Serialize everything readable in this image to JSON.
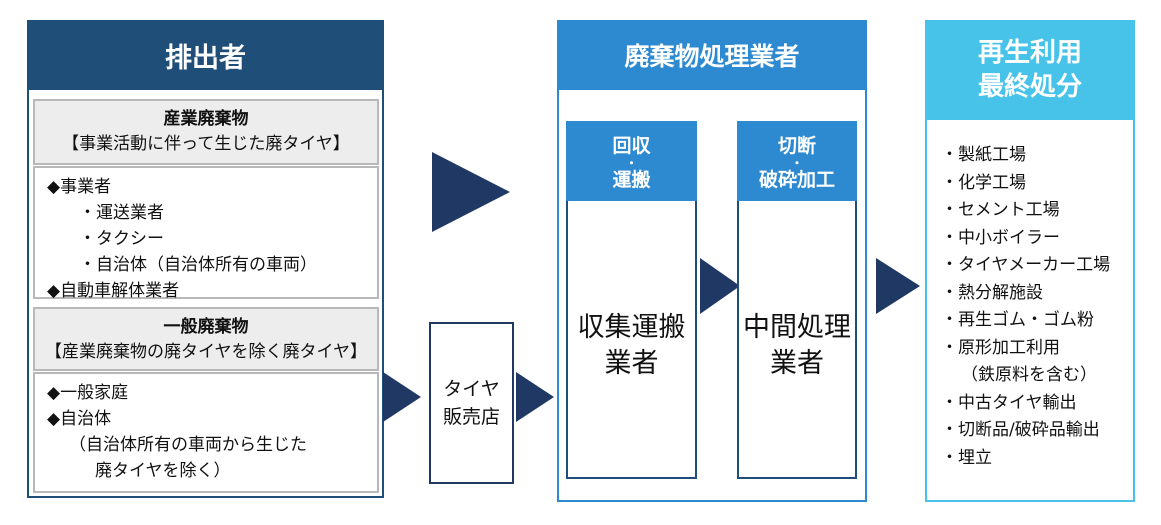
{
  "emitters": {
    "title": "排出者",
    "industrial": {
      "title": "産業廃棄物",
      "subtitle": "【事業活動に伴って生じた廃タイヤ】",
      "lines": [
        "◆事業者",
        "・運送業者",
        "・タクシー",
        "・自治体（自治体所有の車両）",
        "◆自動車解体業者"
      ]
    },
    "general": {
      "title": "一般廃棄物",
      "subtitle": "【産業廃棄物の廃タイヤを除く廃タイヤ】",
      "lines": [
        "◆一般家庭",
        "◆自治体",
        "（自治体所有の車両から生じた",
        "廃タイヤを除く）"
      ]
    }
  },
  "shop": {
    "line1": "タイヤ",
    "line2": "販売店"
  },
  "processors": {
    "title": "廃棄物処理業者",
    "collection": {
      "head1": "回収",
      "dot": "・",
      "head2": "運搬",
      "label1": "収集運搬",
      "label2": "業者"
    },
    "intermediate": {
      "head1": "切断",
      "dot": "・",
      "head2": "破砕加工",
      "label1": "中間処理",
      "label2": "業者"
    }
  },
  "recycling": {
    "title1": "再生利用",
    "title2": "最終処分",
    "items": [
      "・製紙工場",
      "・化学工場",
      "・セメント工場",
      "・中小ボイラー",
      "・タイヤメーカー工場",
      "・熱分解施設",
      "・再生ゴム・ゴム粉",
      "・原形加工利用",
      "（鉄原料を含む）",
      "・中古タイヤ輸出",
      "・切断品/破砕品輸出",
      "・埋立"
    ]
  },
  "colors": {
    "navy": "#1f4e79",
    "blue": "#2e8ad0",
    "cyan": "#47c3ea",
    "arrow": "#1f3864"
  }
}
